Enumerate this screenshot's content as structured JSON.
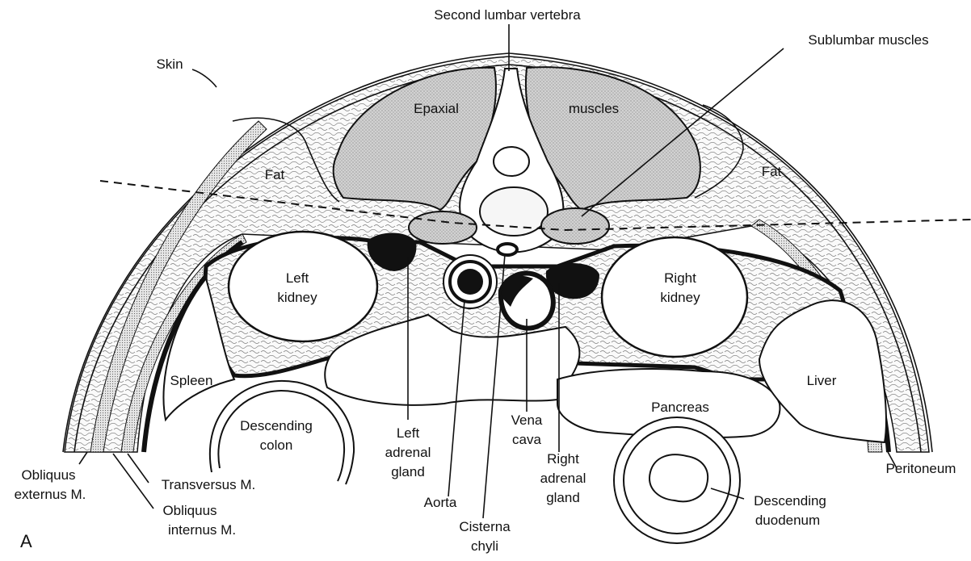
{
  "figure": {
    "panel_letter": "A",
    "labels": {
      "second_lumbar_vertebra": "Second lumbar vertebra",
      "sublumbar_muscles": "Sublumbar muscles",
      "skin": "Skin",
      "epaxial": "Epaxial",
      "muscles": "muscles",
      "fat_left": "Fat",
      "fat_right": "Fat",
      "left_kidney_1": "Left",
      "left_kidney_2": "kidney",
      "right_kidney_1": "Right",
      "right_kidney_2": "kidney",
      "spleen": "Spleen",
      "liver": "Liver",
      "descending_colon_1": "Descending",
      "descending_colon_2": "colon",
      "pancreas": "Pancreas",
      "vena_cava_1": "Vena",
      "vena_cava_2": "cava",
      "left_adrenal_1": "Left",
      "left_adrenal_2": "adrenal",
      "left_adrenal_3": "gland",
      "right_adrenal_1": "Right",
      "right_adrenal_2": "adrenal",
      "right_adrenal_3": "gland",
      "aorta": "Aorta",
      "cisterna_1": "Cisterna",
      "cisterna_2": "chyli",
      "obliquus_ext_1": "Obliquus",
      "obliquus_ext_2": "externus M.",
      "transversus": "Transversus M.",
      "obliquus_int_1": "Obliquus",
      "obliquus_int_2": "internus M.",
      "descending_duodenum_1": "Descending",
      "descending_duodenum_2": "duodenum",
      "peritoneum": "Peritoneum"
    }
  },
  "colors": {
    "ink": "#111111",
    "fat_fill": "#f4f4f4",
    "muscle_fill": "#c9c9c9",
    "background": "#ffffff"
  }
}
